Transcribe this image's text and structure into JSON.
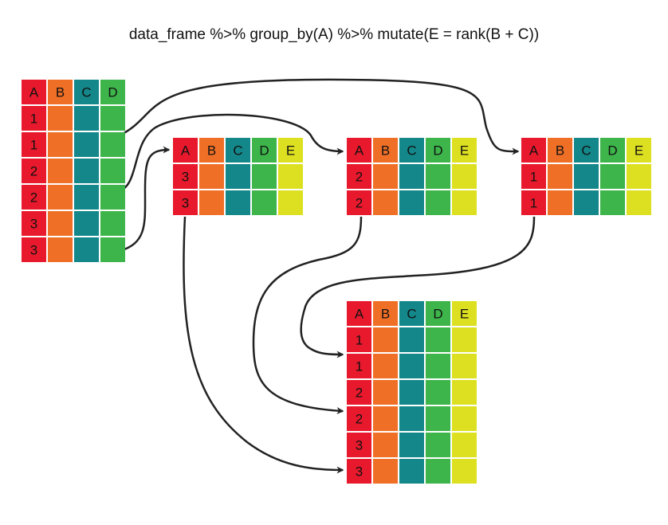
{
  "title": "data_frame %>% group_by(A) %>% mutate(E = rank(B + C))",
  "colors": {
    "A": "#e8192c",
    "B": "#f06f26",
    "C": "#14878a",
    "D": "#3db54a",
    "E": "#dde021",
    "arrow": "#222222"
  },
  "tables": [
    {
      "id": "input",
      "headers": [
        "A",
        "B",
        "C",
        "D"
      ],
      "rows": [
        "1",
        "1",
        "2",
        "2",
        "3",
        "3"
      ]
    },
    {
      "id": "group-3",
      "headers": [
        "A",
        "B",
        "C",
        "D",
        "E"
      ],
      "rows": [
        "3",
        "3"
      ]
    },
    {
      "id": "group-2",
      "headers": [
        "A",
        "B",
        "C",
        "D",
        "E"
      ],
      "rows": [
        "2",
        "2"
      ]
    },
    {
      "id": "group-1",
      "headers": [
        "A",
        "B",
        "C",
        "D",
        "E"
      ],
      "rows": [
        "1",
        "1"
      ]
    },
    {
      "id": "output",
      "headers": [
        "A",
        "B",
        "C",
        "D",
        "E"
      ],
      "rows": [
        "1",
        "1",
        "2",
        "2",
        "3",
        "3"
      ]
    }
  ]
}
